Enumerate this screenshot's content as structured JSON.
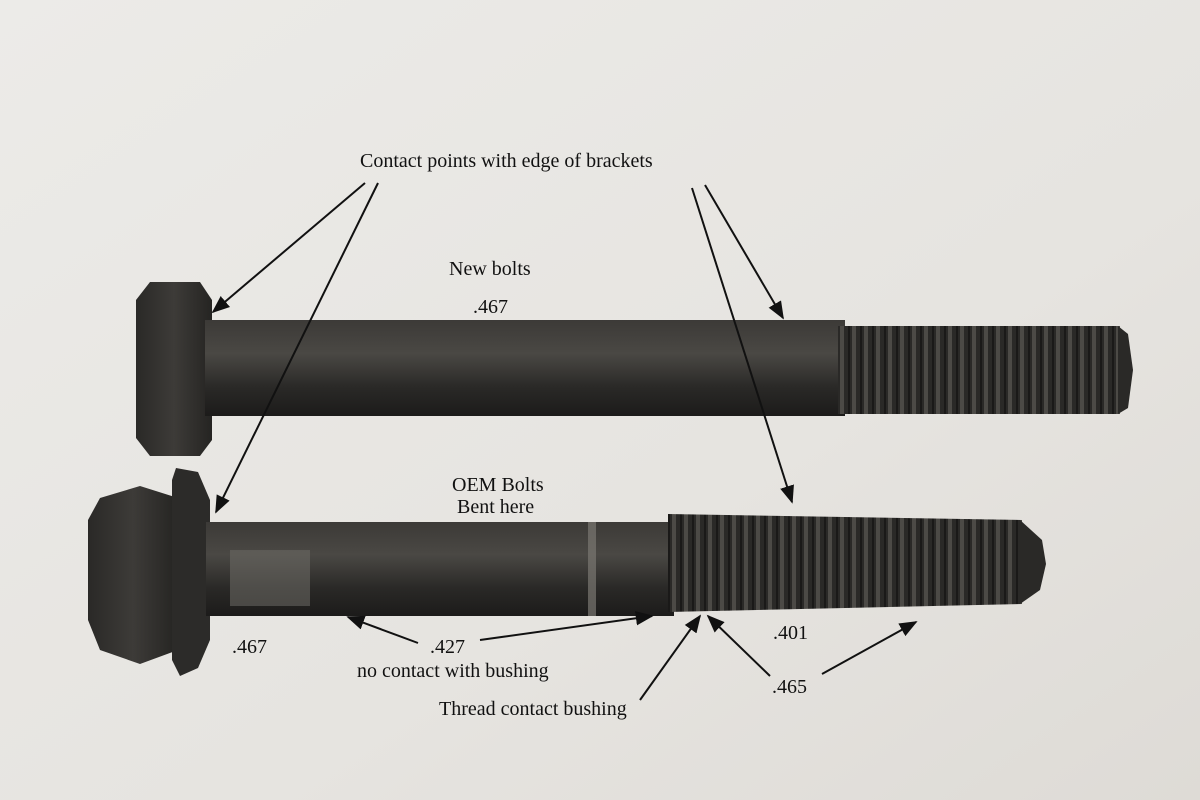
{
  "labels": {
    "contact_points": "Contact points with edge of brackets",
    "new_bolts": "New bolts",
    "new_bolt_diameter": ".467",
    "oem_bolts": "OEM Bolts",
    "bent_here": "Bent here",
    "oem_head_diameter": ".467",
    "shank_diameter": ".427",
    "no_contact": "no contact with bushing",
    "thread_minor": ".401",
    "thread_major": ".465",
    "thread_contact": "Thread contact bushing"
  },
  "colors": {
    "background": "#e9e7e4",
    "bolt": "#2b2a28",
    "bolt_highlight": "#5a5854",
    "arrow": "#111111"
  }
}
